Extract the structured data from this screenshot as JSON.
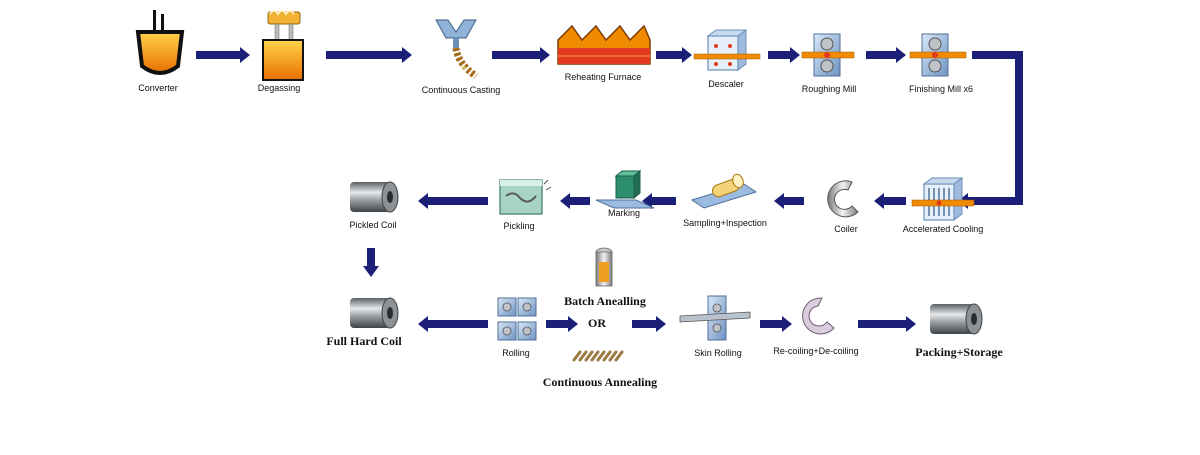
{
  "colors": {
    "arrow": "#1c1f78",
    "orange": "#f08a00",
    "orange_dark": "#c85a00",
    "red": "#e03a1e",
    "steel_blue": "#9cbbe0",
    "teal": "#2e8f6e"
  },
  "steps": {
    "converter": "Converter",
    "degassing": "Degassing",
    "continuous_casting": "Continuous Casting",
    "reheating_furnace": "Reheating Furnace",
    "descaler": "Descaler",
    "roughing_mill": "Roughing Mill",
    "finishing_mill": "Finishing Mill x6",
    "accelerated_cooling": "Accelerated Cooling",
    "coiler": "Coiler",
    "sampling_inspection": "Sampling+Inspection",
    "marking": "Marking",
    "pickling": "Pickling",
    "pickled_coil": "Pickled Coil",
    "full_hard_coil": "Full Hard Coil",
    "rolling": "Rolling",
    "batch_annealing": "Batch Anealling",
    "or": "OR",
    "continuous_annealing": "Continuous Annealing",
    "skin_rolling": "Skin Rolling",
    "recoiling": "Re-coiling+De-coiling",
    "packing_storage": "Packing+Storage"
  }
}
